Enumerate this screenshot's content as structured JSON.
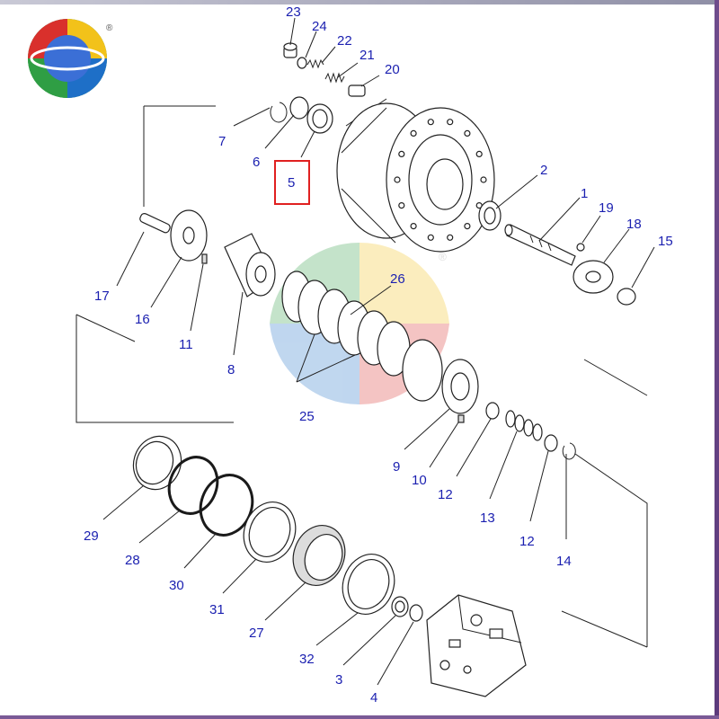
{
  "logo": {
    "registered_mark": "®"
  },
  "watermark": {
    "registered_mark": "®"
  },
  "highlight": {
    "part_number": "5",
    "color": "#e02020"
  },
  "label_color": "#1a1fb0",
  "parts": {
    "p1": "1",
    "p2": "2",
    "p3": "3",
    "p4": "4",
    "p5": "5",
    "p6": "6",
    "p7": "7",
    "p8": "8",
    "p9": "9",
    "p10": "10",
    "p11": "11",
    "p12a": "12",
    "p12b": "12",
    "p13": "13",
    "p14": "14",
    "p15": "15",
    "p16": "16",
    "p17": "17",
    "p18": "18",
    "p19": "19",
    "p20": "20",
    "p21": "21",
    "p22": "22",
    "p23": "23",
    "p24": "24",
    "p25": "25",
    "p26": "26",
    "p27": "27",
    "p28": "28",
    "p29": "29",
    "p30": "30",
    "p31": "31",
    "p32": "32"
  }
}
